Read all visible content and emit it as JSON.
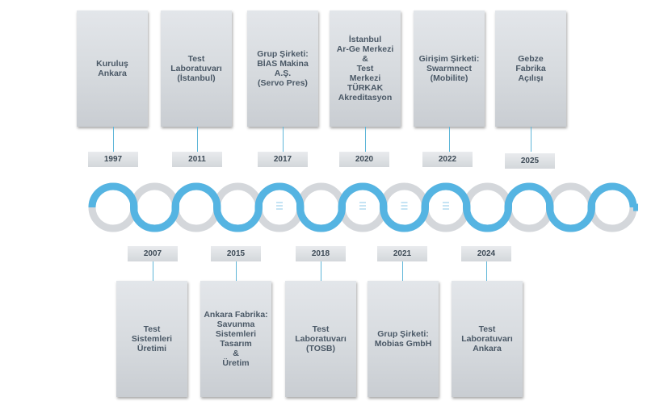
{
  "colors": {
    "accent": "#55b4e2",
    "track": "#d4d7db",
    "icon": "#ffffff"
  },
  "top": [
    {
      "year": "1997",
      "text": "Kuruluş\nAnkara"
    },
    {
      "year": "2011",
      "text": "Test\nLaboratuvarı\n(İstanbul)"
    },
    {
      "year": "2017",
      "text": "Grup Şirketi:\nBİAS Makina\nA.Ş.\n(Servo Pres)"
    },
    {
      "year": "2020",
      "text": "İstanbul\nAr-Ge Merkezi\n&\nTest\nMerkezi\nTÜRKAK\nAkreditasyon"
    },
    {
      "year": "2022",
      "text": "Girişim Şirketi:\nSwarmnect\n(Mobilite)"
    },
    {
      "year": "2025",
      "text": "Gebze\nFabrika\nAçılışı"
    }
  ],
  "bottom": [
    {
      "year": "2007",
      "text": "Test\nSistemleri\nÜretimi"
    },
    {
      "year": "2015",
      "text": "Ankara Fabrika:\nSavunma\nSistemleri\nTasarım\n&\nÜretim"
    },
    {
      "year": "2018",
      "text": "Test\nLaboratuvarı\n(TOSB)"
    },
    {
      "year": "2021",
      "text": "Grup Şirketi:\nMobias GmbH"
    },
    {
      "year": "2024",
      "text": "Test\nLaboratuvarı\nAnkara"
    }
  ],
  "icons": [
    "building-icon",
    "tools-icon",
    "lab-icon",
    "factory-icon",
    "office-icon",
    "check-icon",
    "office-icon",
    "office-icon",
    "office-icon",
    "lab-icon",
    "factory-icon",
    "arrow-icon",
    "arrow-icon"
  ]
}
